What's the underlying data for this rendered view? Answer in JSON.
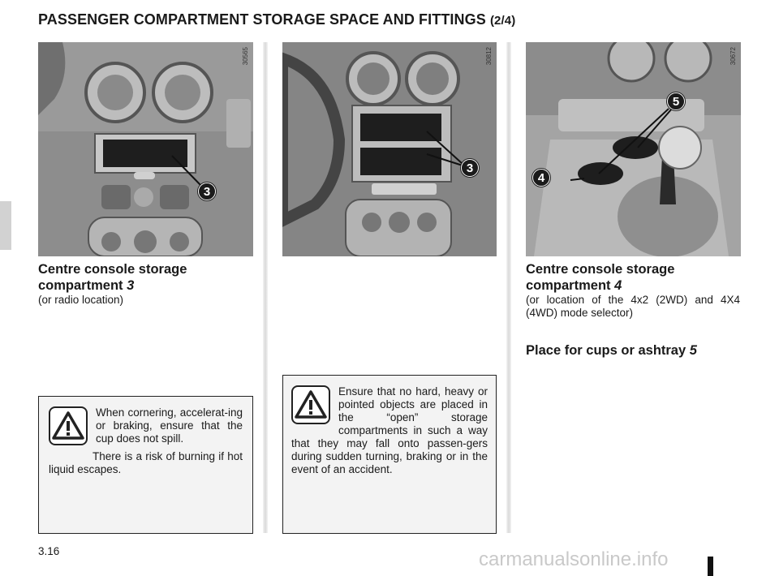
{
  "title": {
    "main": "PASSENGER COMPARTMENT STORAGE SPACE AND FITTINGS",
    "suffix": "(2/4)"
  },
  "photos": [
    {
      "code": "30565",
      "callouts": [
        "3"
      ]
    },
    {
      "code": "30812",
      "callouts": [
        "3"
      ]
    },
    {
      "code": "30672",
      "callouts": [
        "5",
        "4"
      ]
    }
  ],
  "left_section": {
    "heading_line1": "Centre console storage",
    "heading_line2": "compartment",
    "heading_num": "3",
    "note": "(or radio location)"
  },
  "right_section": {
    "heading_line1": "Centre console storage",
    "heading_line2": "compartment",
    "heading_num": "4",
    "note": "(or location of the 4x2 (2WD) and 4X4 (4WD) mode selector)",
    "heading2": "Place for cups or ashtray",
    "heading2_num": "5"
  },
  "warnings": {
    "left": {
      "p1": "When cornering, accelerat-ing or braking, ensure that the cup does not spill.",
      "p2": "There is a risk of burning if hot liquid escapes."
    },
    "middle": {
      "p1": "Ensure that no hard, heavy or pointed objects are placed in the “open” storage compartments in such a way that they may fall onto passen-gers during sudden turning, braking or in the event of an accident."
    }
  },
  "footer": {
    "page": "3.16",
    "watermark": "carmanualsonline.info"
  }
}
